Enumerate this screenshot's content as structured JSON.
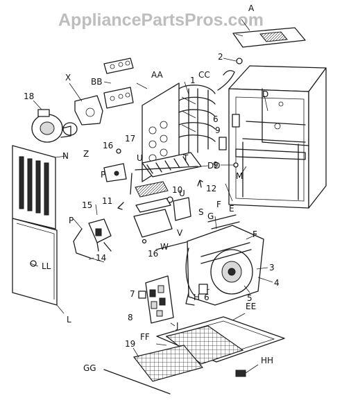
{
  "watermark": "AppliancePartsPros.com",
  "labels": {
    "A": "A",
    "AA": "AA",
    "BB": "BB",
    "CC": "CC",
    "D": "D",
    "DD": "DD",
    "E": "E",
    "EE": "EE",
    "F1": "F",
    "F2": "F",
    "FF": "FF",
    "G": "G",
    "GG": "GG",
    "H": "H",
    "HH": "HH",
    "J": "J",
    "L": "L",
    "LL": "LL",
    "M": "M",
    "N": "N",
    "P1": "P",
    "P2": "P",
    "S": "S",
    "T": "T",
    "U1": "U",
    "U2": "U",
    "V": "V",
    "W": "W",
    "X": "X",
    "Z": "Z",
    "n1": "1",
    "n2": "2",
    "n3": "3",
    "n4": "4",
    "n5": "5",
    "n6": "6",
    "n7": "7",
    "n8": "8",
    "n9": "9",
    "n10": "10",
    "n11": "11",
    "n12": "12",
    "n14": "14",
    "n15": "15",
    "n16a": "16",
    "n16b": "16",
    "n17": "17",
    "n18": "18",
    "n19": "19"
  }
}
